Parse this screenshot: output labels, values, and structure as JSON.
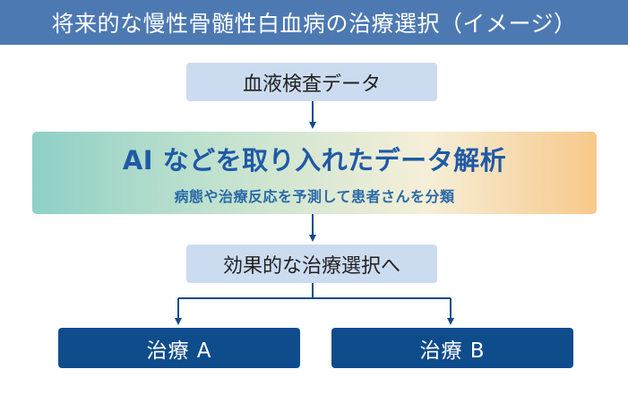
{
  "title": "将来的な慢性骨髄性白血病の治療選択（イメージ）",
  "steps": {
    "blood": "血液検査データ",
    "analysis_title": "AI などを取り入れたデータ解析",
    "analysis_sub": "病態や治療反応を予測して患者さんを分類",
    "effective": "効果的な治療選択へ",
    "treatment_a": "治療 A",
    "treatment_b": "治療 B"
  },
  "colors": {
    "title_bg": "#4d79b3",
    "light_box": "#ccdcf0",
    "dark_box": "#0f4c8c",
    "arrow": "#0f4c8c",
    "analysis_text": "#1f5aa6"
  }
}
